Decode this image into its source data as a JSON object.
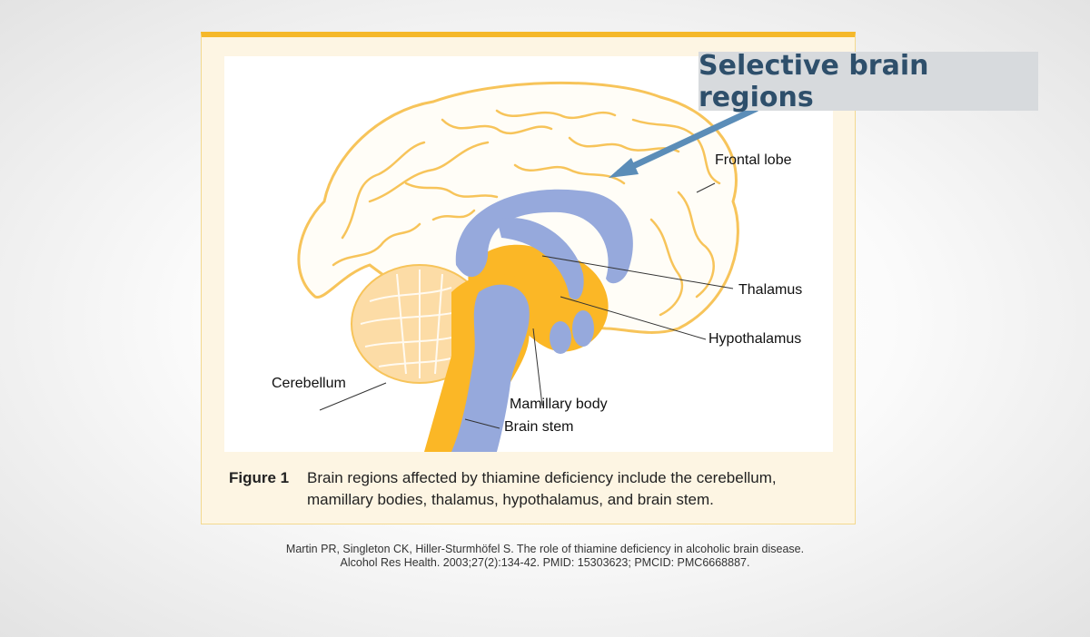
{
  "callout": {
    "text": "Selective brain regions"
  },
  "labels": {
    "frontal_lobe": "Frontal lobe",
    "thalamus": "Thalamus",
    "hypothalamus": "Hypothalamus",
    "cerebellum": "Cerebellum",
    "mamillary_body": "Mamillary body",
    "brain_stem": "Brain stem"
  },
  "caption": {
    "figure_number": "Figure 1",
    "text": "Brain regions affected by thiamine deficiency include the cerebellum, mamillary bodies, thalamus, hypothalamus, and brain stem."
  },
  "citation": {
    "line1": "Martin PR, Singleton CK, Hiller-Sturmhöfel S. The role of thiamine deficiency in alcoholic brain disease.",
    "line2": "Alcohol Res Health. 2003;27(2):134-42. PMID: 15303623; PMCID: PMC6668887."
  },
  "colors": {
    "panel_border": "#f5b82a",
    "brain_yellow": "#fbb726",
    "ventricle_blue": "#96a9dc",
    "arrow_blue": "#5b8db8",
    "callout_bg": "#d7dadd",
    "callout_text": "#2e4f6b"
  },
  "icons": [
    "brain-illustration",
    "arrow-icon"
  ]
}
